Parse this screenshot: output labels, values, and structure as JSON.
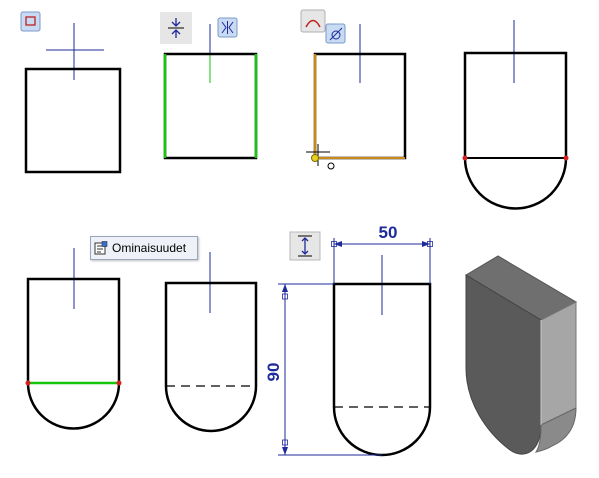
{
  "context_menu": {
    "properties_label": "Ominaisuudet",
    "icon": "properties-icon"
  },
  "dimensions": {
    "width_value": "50",
    "height_value": "90"
  },
  "icons": {
    "step1": "rectangle-tool-icon",
    "step2a": "symmetric-constraint-icon",
    "step2b": "horizontal-mirror-icon",
    "step3a": "arc-tool-icon",
    "step3b": "tangent-arc-icon",
    "step7": "dimension-vertical-icon"
  },
  "colors": {
    "outline": "#000000",
    "axis": "#1e2b9a",
    "highlight": "#16c60c",
    "selected": "#c98a1a",
    "endpoint": "#d42020",
    "dimension": "#1e2b9a",
    "solid_dark": "#4e4e4e",
    "solid_mid": "#7a7a7a",
    "solid_light": "#a4a4a4"
  }
}
